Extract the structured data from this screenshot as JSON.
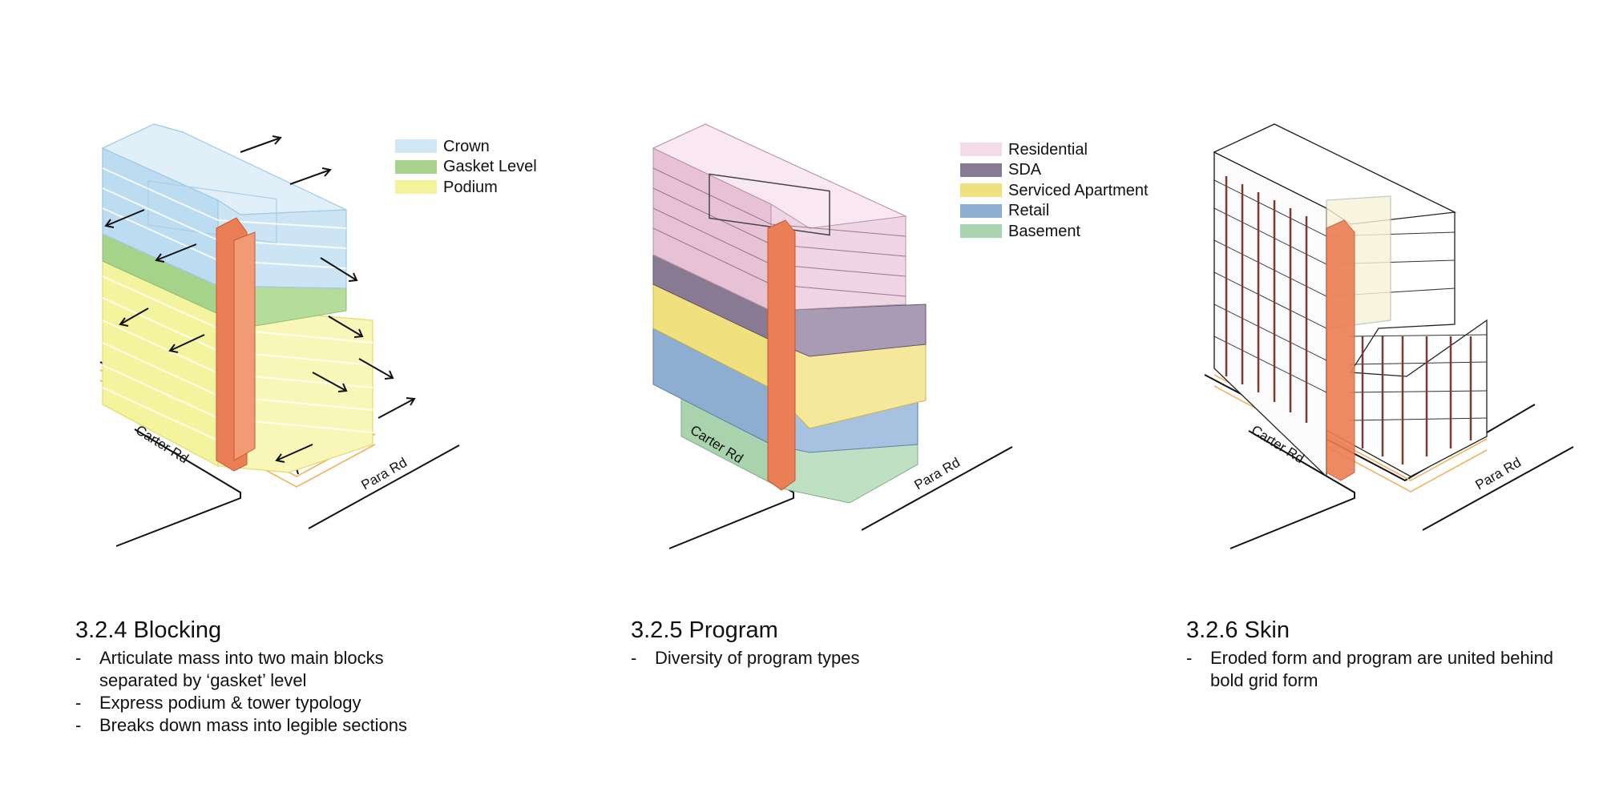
{
  "panels": [
    {
      "title": "3.2.4 Blocking",
      "bullets": [
        {
          "dash": "-",
          "text": "Articulate mass into two main blocks separated by ‘gasket’ level"
        },
        {
          "dash": "-",
          "text": "Express podium & tower typology"
        },
        {
          "dash": "-",
          "text": "Breaks down mass into legible sections"
        }
      ],
      "legend": [
        {
          "label": "Crown",
          "color": "#cfe6f5"
        },
        {
          "label": "Gasket Level",
          "color": "#a9d38c"
        },
        {
          "label": "Podium",
          "color": "#f4f29a"
        }
      ],
      "streets": [
        "Carter Rd",
        "Para Rd"
      ]
    },
    {
      "title": "3.2.5 Program",
      "bullets": [
        {
          "dash": "-",
          "text": "Diversity of program types"
        }
      ],
      "legend": [
        {
          "label": "Residential",
          "color": "#f6dbe8"
        },
        {
          "label": "SDA",
          "color": "#877a92"
        },
        {
          "label": "Serviced Apartment",
          "color": "#f1e07e"
        },
        {
          "label": "Retail",
          "color": "#8eaed1"
        },
        {
          "label": "Basement",
          "color": "#a9d3ad"
        }
      ],
      "streets": [
        "Carter Rd",
        "Para Rd"
      ]
    },
    {
      "title": "3.2.6 Skin",
      "bullets": [
        {
          "dash": "-",
          "text": "Eroded form and program are united behind bold grid form"
        }
      ],
      "legend": [],
      "streets": [
        "Carter Rd",
        "Para Rd"
      ]
    }
  ],
  "colors": {
    "core": "#ea7e54",
    "outline": "#111111",
    "site_boundary": "#f2b25c"
  }
}
